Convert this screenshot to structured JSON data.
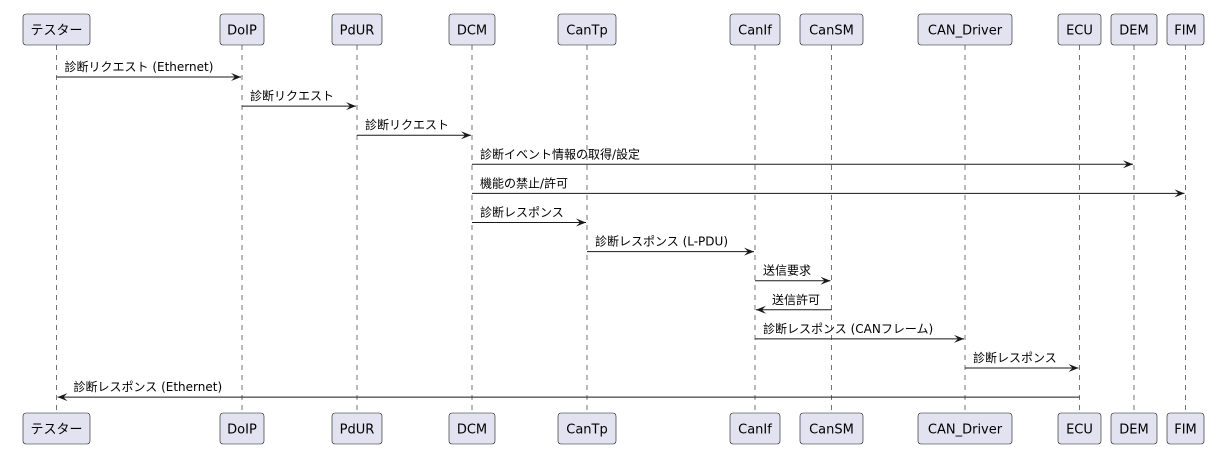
{
  "participants": [
    {
      "id": "tester",
      "label": "テスター"
    },
    {
      "id": "doip",
      "label": "DoIP"
    },
    {
      "id": "pdur",
      "label": "PdUR"
    },
    {
      "id": "dcm",
      "label": "DCM"
    },
    {
      "id": "cantp",
      "label": "CanTp"
    },
    {
      "id": "canif",
      "label": "CanIf"
    },
    {
      "id": "cansm",
      "label": "CanSM"
    },
    {
      "id": "can_driver",
      "label": "CAN_Driver"
    },
    {
      "id": "ecu",
      "label": "ECU"
    },
    {
      "id": "dem",
      "label": "DEM"
    },
    {
      "id": "fim",
      "label": "FIM"
    }
  ],
  "messages": [
    {
      "from": "tester",
      "to": "doip",
      "label": "診断リクエスト (Ethernet)"
    },
    {
      "from": "doip",
      "to": "pdur",
      "label": "診断リクエスト"
    },
    {
      "from": "pdur",
      "to": "dcm",
      "label": "診断リクエスト"
    },
    {
      "from": "dcm",
      "to": "dem",
      "label": "診断イベント情報の取得/設定"
    },
    {
      "from": "dcm",
      "to": "fim",
      "label": "機能の禁止/許可"
    },
    {
      "from": "dcm",
      "to": "cantp",
      "label": "診断レスポンス"
    },
    {
      "from": "cantp",
      "to": "canif",
      "label": "診断レスポンス (L-PDU)"
    },
    {
      "from": "canif",
      "to": "cansm",
      "label": "送信要求"
    },
    {
      "from": "cansm",
      "to": "canif",
      "label": "送信許可"
    },
    {
      "from": "canif",
      "to": "can_driver",
      "label": "診断レスポンス (CANフレーム)"
    },
    {
      "from": "can_driver",
      "to": "ecu",
      "label": "診断レスポンス"
    },
    {
      "from": "ecu",
      "to": "tester",
      "label": "診断レスポンス (Ethernet)"
    }
  ]
}
